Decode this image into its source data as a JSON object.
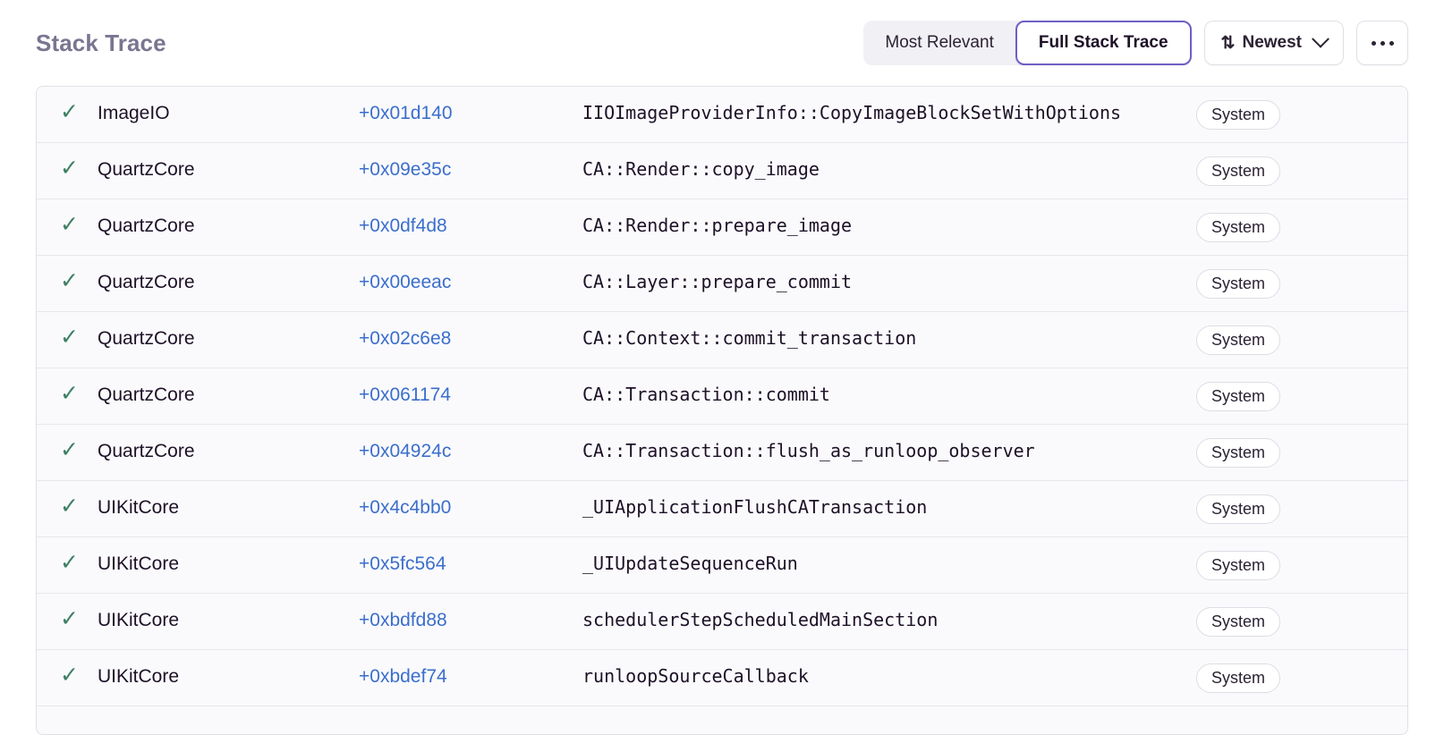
{
  "header": {
    "title": "Stack Trace",
    "segmented": {
      "options": [
        {
          "label": "Most Relevant",
          "active": false
        },
        {
          "label": "Full Stack Trace",
          "active": true
        }
      ]
    },
    "sort_button": {
      "label": "Newest",
      "sort_icon": "sort-arrows-icon",
      "chevron_icon": "chevron-down-icon"
    },
    "more_button": {
      "icon": "ellipsis-icon"
    }
  },
  "colors": {
    "accent_purple": "#6c5fc7",
    "link_blue": "#3b6ecc",
    "check_green": "#3d8063",
    "title_purple_gray": "#7a7590",
    "row_background": "#fafafc",
    "border_gray": "#e0dfe6"
  },
  "frames": [
    {
      "status_icon": "check-icon",
      "module": "ImageIO",
      "offset": "+0x01d140",
      "function": "IIOImageProviderInfo::CopyImageBlockSetWithOptions",
      "badge": "System"
    },
    {
      "status_icon": "check-icon",
      "module": "QuartzCore",
      "offset": "+0x09e35c",
      "function": "CA::Render::copy_image",
      "badge": "System"
    },
    {
      "status_icon": "check-icon",
      "module": "QuartzCore",
      "offset": "+0x0df4d8",
      "function": "CA::Render::prepare_image",
      "badge": "System"
    },
    {
      "status_icon": "check-icon",
      "module": "QuartzCore",
      "offset": "+0x00eeac",
      "function": "CA::Layer::prepare_commit",
      "badge": "System"
    },
    {
      "status_icon": "check-icon",
      "module": "QuartzCore",
      "offset": "+0x02c6e8",
      "function": "CA::Context::commit_transaction",
      "badge": "System"
    },
    {
      "status_icon": "check-icon",
      "module": "QuartzCore",
      "offset": "+0x061174",
      "function": "CA::Transaction::commit",
      "badge": "System"
    },
    {
      "status_icon": "check-icon",
      "module": "QuartzCore",
      "offset": "+0x04924c",
      "function": "CA::Transaction::flush_as_runloop_observer",
      "badge": "System"
    },
    {
      "status_icon": "check-icon",
      "module": "UIKitCore",
      "offset": "+0x4c4bb0",
      "function": "_UIApplicationFlushCATransaction",
      "badge": "System"
    },
    {
      "status_icon": "check-icon",
      "module": "UIKitCore",
      "offset": "+0x5fc564",
      "function": "_UIUpdateSequenceRun",
      "badge": "System"
    },
    {
      "status_icon": "check-icon",
      "module": "UIKitCore",
      "offset": "+0xbdfd88",
      "function": "schedulerStepScheduledMainSection",
      "badge": "System"
    },
    {
      "status_icon": "check-icon",
      "module": "UIKitCore",
      "offset": "+0xbdef74",
      "function": "runloopSourceCallback",
      "badge": "System"
    }
  ]
}
